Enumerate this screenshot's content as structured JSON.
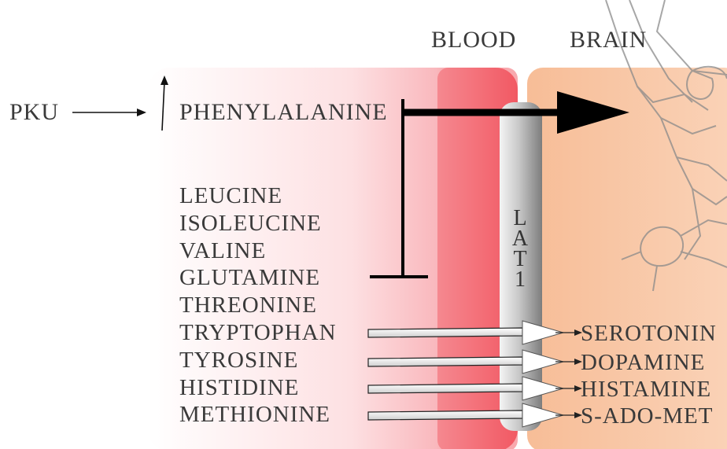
{
  "header": {
    "blood_label": "BLOOD",
    "brain_label": "BRAIN"
  },
  "pku_label": "PKU",
  "phenylalanine_label": "PHENYLALANINE",
  "amino_acids": [
    "LEUCINE",
    "ISOLEUCINE",
    "VALINE",
    "GLUTAMINE",
    "THREONINE",
    "TRYPTOPHAN",
    "TYROSINE",
    "HISTIDINE",
    "METHIONINE"
  ],
  "transporter": {
    "letters": [
      "L",
      "A",
      "T",
      "1"
    ]
  },
  "products": [
    "SEROTONIN",
    "DOPAMINE",
    "HISTAMINE",
    "S-ADO-MET"
  ],
  "colors": {
    "blood_light": "#fde4e6",
    "blood_dark": "#f2646d",
    "brain": "#f8c4a2",
    "transporter": "#9a9a9a",
    "text": "#3a3a3a"
  }
}
